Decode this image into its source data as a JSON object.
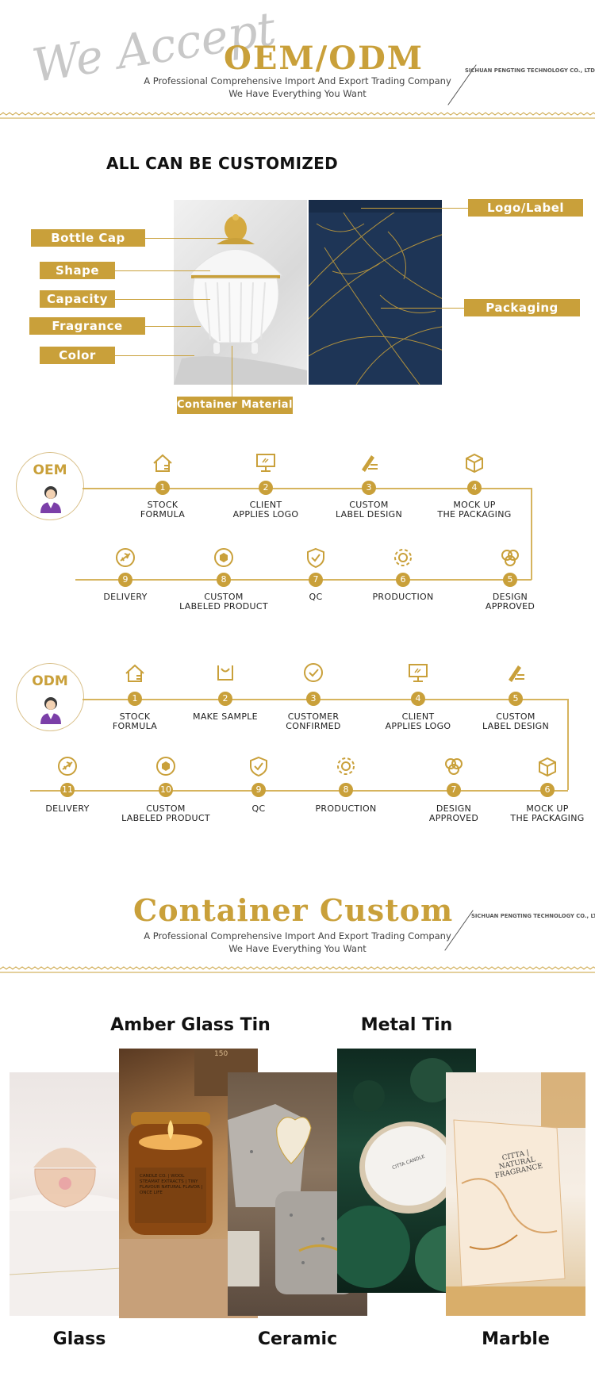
{
  "header1": {
    "script": "We Accept",
    "title": "OEM/ODM",
    "line1": "A Professional Comprehensive Import And Export Trading Company",
    "line2": "We Have Everything You Want",
    "company": "SICHUAN PENGTING TECHNOLOGY CO., LTD"
  },
  "customize": {
    "heading": "ALL CAN BE CUSTOMIZED",
    "labels": {
      "bottle_cap": "Bottle Cap",
      "shape": "Shape",
      "capacity": "Capacity",
      "fragrance": "Fragrance",
      "color": "Color",
      "container_material": "Container Material",
      "logo_label": "Logo/Label",
      "packaging": "Packaging"
    }
  },
  "oem": {
    "badge": "OEM",
    "steps": [
      {
        "n": "1",
        "a": "STOCK",
        "b": "FORMULA",
        "icon": "house-icon"
      },
      {
        "n": "2",
        "a": "CLIENT",
        "b": "APPLIES LOGO",
        "icon": "monitor-icon"
      },
      {
        "n": "3",
        "a": "CUSTOM",
        "b": "LABEL DESIGN",
        "icon": "pen-icon"
      },
      {
        "n": "4",
        "a": "MOCK UP",
        "b": "THE PACKAGING",
        "icon": "box-icon"
      },
      {
        "n": "5",
        "a": "DESIGN",
        "b": "APPROVED",
        "icon": "rings-icon"
      },
      {
        "n": "6",
        "a": "PRODUCTION",
        "b": "",
        "icon": "gear-icon"
      },
      {
        "n": "7",
        "a": "QC",
        "b": "",
        "icon": "shield-icon"
      },
      {
        "n": "8",
        "a": "CUSTOM",
        "b": "LABELED PRODUCT",
        "icon": "product-icon"
      },
      {
        "n": "9",
        "a": "DELIVERY",
        "b": "",
        "icon": "plane-icon"
      }
    ]
  },
  "odm": {
    "badge": "ODM",
    "steps": [
      {
        "n": "1",
        "a": "STOCK",
        "b": "FORMULA",
        "icon": "house-icon"
      },
      {
        "n": "2",
        "a": "MAKE SAMPLE",
        "b": "",
        "icon": "bag-icon"
      },
      {
        "n": "3",
        "a": "CUSTOMER",
        "b": "CONFIRMED",
        "icon": "check-icon"
      },
      {
        "n": "4",
        "a": "CLIENT",
        "b": "APPLIES LOGO",
        "icon": "monitor-icon"
      },
      {
        "n": "5",
        "a": "CUSTOM",
        "b": "LABEL DESIGN",
        "icon": "pen-icon"
      },
      {
        "n": "6",
        "a": "MOCK UP",
        "b": "THE PACKAGING",
        "icon": "box-icon"
      },
      {
        "n": "7",
        "a": "DESIGN",
        "b": "APPROVED",
        "icon": "rings-icon"
      },
      {
        "n": "8",
        "a": "PRODUCTION",
        "b": "",
        "icon": "gear-icon"
      },
      {
        "n": "9",
        "a": "QC",
        "b": "",
        "icon": "shield-icon"
      },
      {
        "n": "10",
        "a": "CUSTOM",
        "b": "LABELED PRODUCT",
        "icon": "product-icon"
      },
      {
        "n": "11",
        "a": "DELIVERY",
        "b": "",
        "icon": "plane-icon"
      }
    ]
  },
  "header2": {
    "title": "Container Custom",
    "line1": "A Professional Comprehensive Import And Export Trading Company",
    "line2": "We Have Everything You Want",
    "company": "SICHUAN PENGTING TECHNOLOGY CO., LTD"
  },
  "containers": {
    "amber": "Amber Glass Tin",
    "metal": "Metal Tin",
    "glass": "Glass",
    "ceramic": "Ceramic",
    "marble": "Marble",
    "amber_jar_text": "CANDLE CO. | WOOL STEAMAT EXTRACTS | TINY FLAVOUR NATURAL FLAVOR | ONCE LIFE",
    "metal_tin_text": "CITTA CANDLE",
    "marble_text": "CITTA | NATURAL FRAGRANCE",
    "box_number": "150"
  },
  "colors": {
    "gold": "#c9a03a",
    "navy": "#1e3556",
    "forest": "#123026"
  }
}
